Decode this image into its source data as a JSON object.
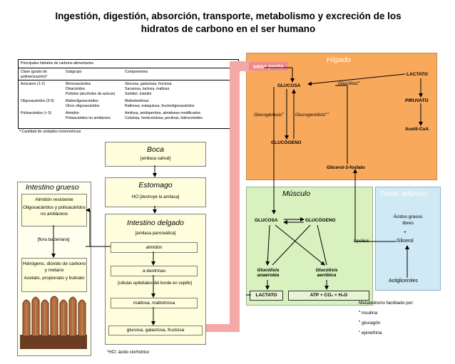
{
  "title": {
    "line1": "Ingestión, digestión, absorción, transporte, metabolismo y excreción de los",
    "line2": "hidratos de carbono en el ser humano"
  },
  "table": {
    "caption": "Principales hidratos de carbono alimentarios",
    "headers": [
      "Clase (grado de polimerización)ª",
      "Subgrupo",
      "Componentes"
    ],
    "rows": [
      {
        "clase": "Azúcares (1-2)",
        "sub": [
          "Monosacáridos",
          "Disacáridos",
          "Polioles (alcoholes de azúcar)"
        ],
        "comp": [
          "Glucosa, galactosa, fructosa",
          "Sacarosa, lactosa, maltosa",
          "Sorbitol, manitol"
        ]
      },
      {
        "clase": "Oligosacáridos (3-9)",
        "sub": [
          "Maltooligosacáridos",
          "Otros oligosacáridos"
        ],
        "comp": [
          "Maltodextrinas",
          "Rafinosa, estaquiosa, fructooligosacáridos"
        ]
      },
      {
        "clase": "Polisacáridos (> 9)",
        "sub": [
          "Almidón",
          "Polisacáridos no amiláceos"
        ],
        "comp": [
          "Amilosa, amilopectina, almidones modificados",
          "Celulosa, hemicelulosa, pectinas, hidrocoloides"
        ]
      }
    ],
    "footnote": "ª Cantidad de unidades monoméricas"
  },
  "boca": {
    "title": "Boca",
    "sub": "[amilasa salival]"
  },
  "estomago": {
    "title": "Estomago",
    "sub": "HCl [destruye la amilasa]"
  },
  "intestino_delgado": {
    "title": "Intestino delgado",
    "sub": "[amilasa pancreática]",
    "almidon": "almidón",
    "dextrinas": "α-dextrinas",
    "cells": "[células epiteliales del borde en cepillo]",
    "maltosa": "maltosa, maltotriosa",
    "glucosa": "glucosa, galactosa, fructosa"
  },
  "hcl_note": "*HCl: ácido clorhídrico",
  "intestino_grueso": {
    "title": "Intestino grueso",
    "box1": [
      "Almidón resistente",
      "Oligosacáridos y polisacáridos no amiláceos"
    ],
    "flora": "[flora bacteriana]",
    "box2": [
      "Hidrógeno, dióxido de carbono y metano",
      "Acetato, propionato y butirato"
    ]
  },
  "vena_porta": "vena porta",
  "higado": {
    "title": "Hígado",
    "glucosa": "GLUCOSA",
    "lactato": "LACTATO",
    "glucolisis": "Glucólisis",
    "glucolisis_sup": "a",
    "piruvato": "PIRUVATO",
    "acetil": "Acetil-CoA",
    "glucogenesis": "Glucogénesis",
    "glucogenesis_sup": "a",
    "glucogenolisis": "Glucogenólisis",
    "glucogenolisis_sup": "b,c",
    "glucogeno": "GLUCÓGENO",
    "glicerol3": "Glicerol-3-fosfato"
  },
  "musculo": {
    "title": "Músculo",
    "glucosa": "GLUCOSA",
    "glucogeno": "GLUCÓGENO",
    "anaerobia": [
      "Glucólisis",
      "anaerobia"
    ],
    "aerobia": [
      "Glucólisis",
      "aeróbica"
    ],
    "lactato": "LACTATO",
    "atp": "ATP + CO₂ + H₂O"
  },
  "tejido_adiposo": {
    "title": "Tejido adiposo",
    "acidos": [
      "Ácidos grasos",
      "libres"
    ],
    "plus": "+",
    "glicerol": "Glicerol",
    "acilgliceroles": "Acilgliceroles",
    "lipolisis": "Lipólisis"
  },
  "legend": {
    "title": "Metabolismo facilitado por:",
    "items": [
      {
        "sup": "a",
        "text": "insulina"
      },
      {
        "sup": "b",
        "text": "glucagón"
      },
      {
        "sup": "c",
        "text": "epinefrina"
      }
    ]
  },
  "colors": {
    "liver": "#f8a95c",
    "muscle": "#d9f0bf",
    "adipose": "#cfe9f5",
    "vein": "#f4a8a8",
    "box_fill": "#fefedd"
  }
}
